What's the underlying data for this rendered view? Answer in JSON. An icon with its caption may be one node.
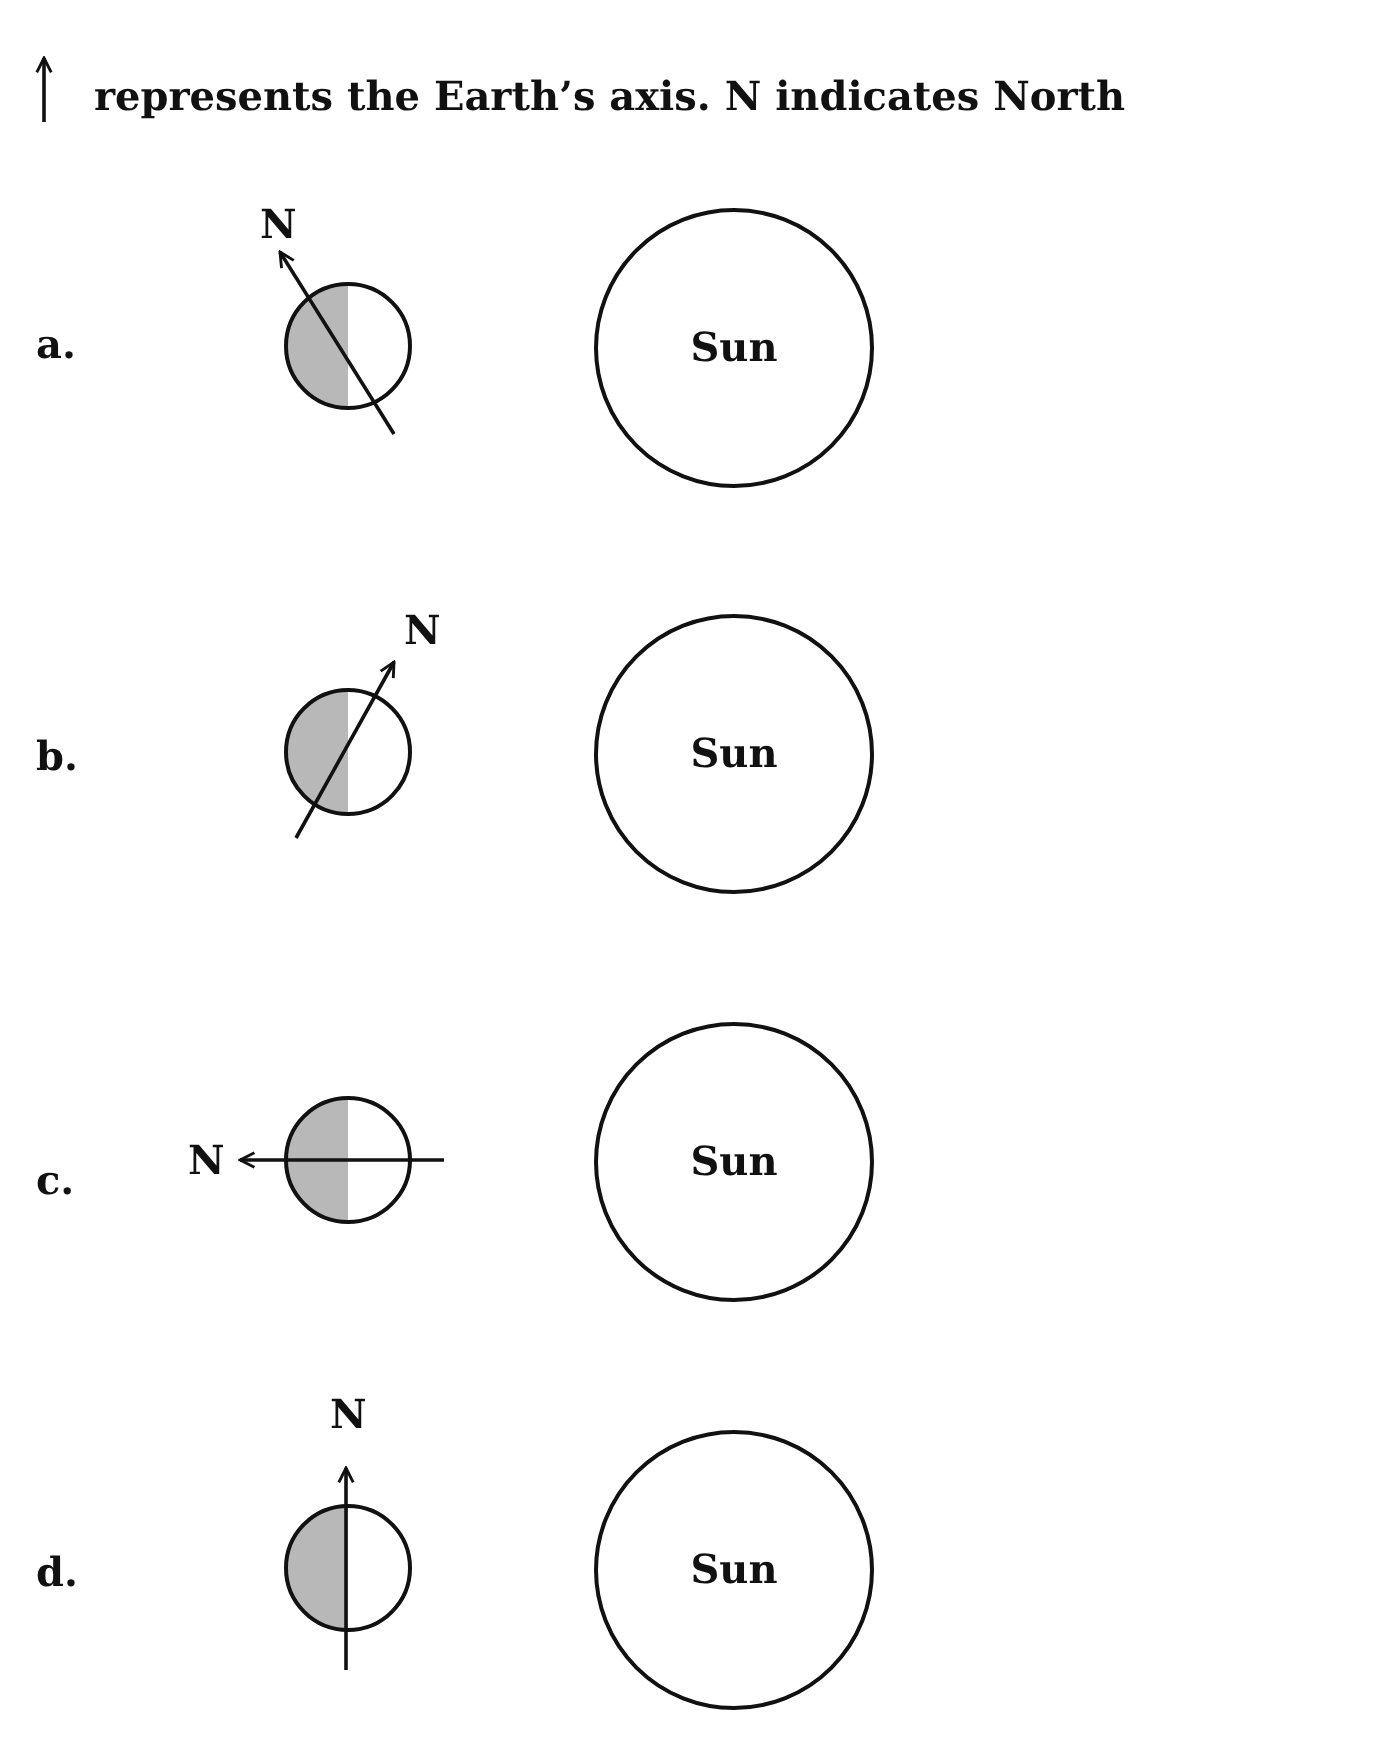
{
  "diagram": {
    "nodes": [
      {
        "text": [],
        "shape": "circle"
      },
      {
        "text": [
          "Sun"
        ]
      },
      {
        "text": [],
        "shape": "circle"
      },
      {
        "text": [
          "Sun"
        ]
      },
      {
        "text": [],
        "shape": "circle"
      },
      {
        "text": [
          "Sun"
        ]
      },
      {
        "text": [],
        "shape": "circle"
      },
      {
        "text": [
          "Sun"
        ]
      }
    ],
    "labels": [
      "N",
      "a.",
      "N",
      "b.",
      "N",
      "c.",
      "N",
      "d."
    ],
    "legend": [
      {
        "text": "represents the Earth’s axis. N indicates North"
      }
    ]
  }
}
